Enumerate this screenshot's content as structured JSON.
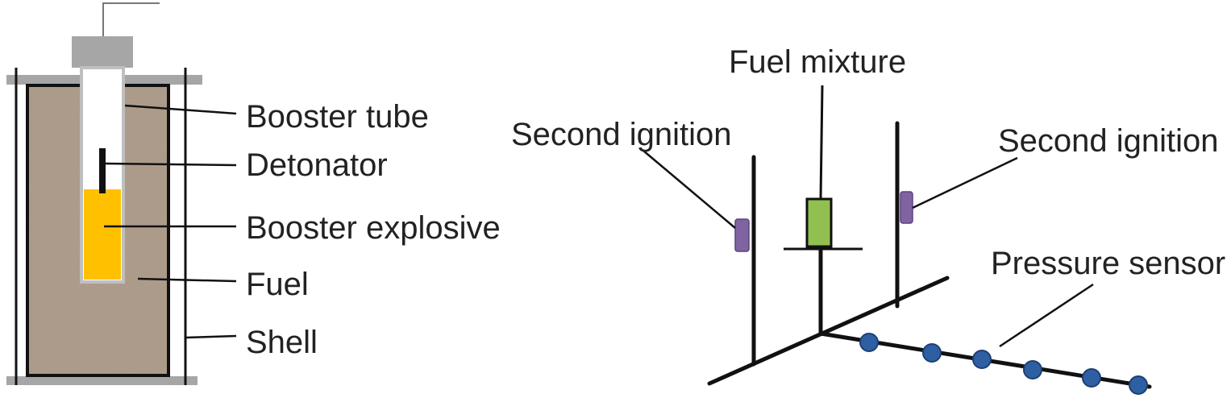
{
  "left_panel": {
    "labels": {
      "booster_tube": "Booster tube",
      "detonator": "Detonator",
      "booster_explosive": "Booster explosive",
      "fuel": "Fuel",
      "shell": "Shell"
    },
    "colors": {
      "fuel_fill": "#b39f8a",
      "booster_explosive_fill": "#ffc000",
      "cap_fill": "#a6a6a6",
      "flange_fill": "#a6a6a6",
      "tube_wall": "#bfbfbf",
      "shell_line": "#111111"
    }
  },
  "right_panel": {
    "labels": {
      "fuel_mixture": "Fuel mixture",
      "second_ignition_left": "Second ignition",
      "second_ignition_right": "Second ignition",
      "pressure_sensor": "Pressure sensor"
    },
    "colors": {
      "fuel_mixture_fill": "#92c050",
      "ignition_fill": "#8064a2",
      "sensor_fill": "#2e5fa3",
      "frame_line": "#111111"
    }
  }
}
